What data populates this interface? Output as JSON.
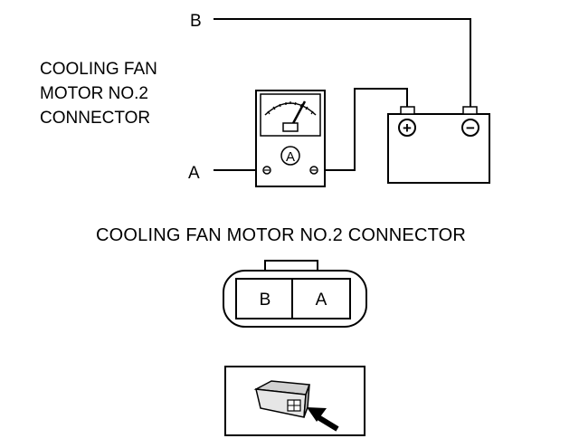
{
  "labels": {
    "side_label_lines": [
      "COOLING FAN",
      "MOTOR NO.2",
      "CONNECTOR"
    ],
    "connector_title": "COOLING FAN MOTOR NO.2 CONNECTOR",
    "wire_b": "B",
    "wire_a": "A"
  },
  "ammeter": {
    "symbol": "A"
  },
  "battery": {
    "positive": "+",
    "negative": "−"
  },
  "connector_face": {
    "cells": [
      "B",
      "A"
    ]
  },
  "colors": {
    "ink": "#000000",
    "background": "#ffffff",
    "shade": "#d0d0d0"
  },
  "icons": [
    "ammeter-icon",
    "battery-icon",
    "connector-view-icon",
    "arrow-icon"
  ]
}
